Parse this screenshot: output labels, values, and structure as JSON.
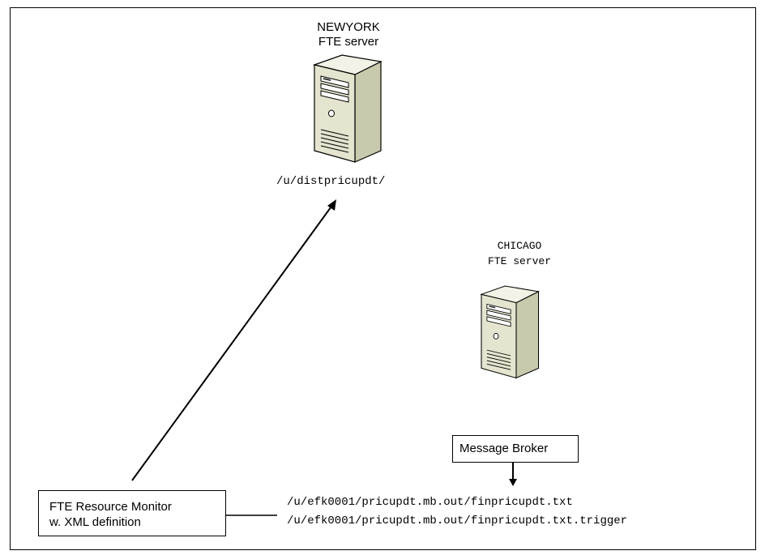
{
  "newyork": {
    "name": "NEWYORK",
    "role": "FTE server",
    "path": "/u/distpricupdt/",
    "icon": "server-icon"
  },
  "chicago": {
    "name": "CHICAGO",
    "role": "FTE server",
    "icon": "server-icon"
  },
  "broker": {
    "label": "Message Broker"
  },
  "monitor": {
    "line1": "FTE Resource Monitor",
    "line2": "w. XML definition"
  },
  "files": {
    "file1": "/u/efk0001/pricupdt.mb.out/finpricupdt.txt",
    "file2": "/u/efk0001/pricupdt.mb.out/finpricupdt.txt.trigger"
  },
  "colors": {
    "server_body": "#e4e4cf",
    "server_side": "#c9c9ad",
    "server_top": "#f2f2e6",
    "line": "#000000"
  }
}
